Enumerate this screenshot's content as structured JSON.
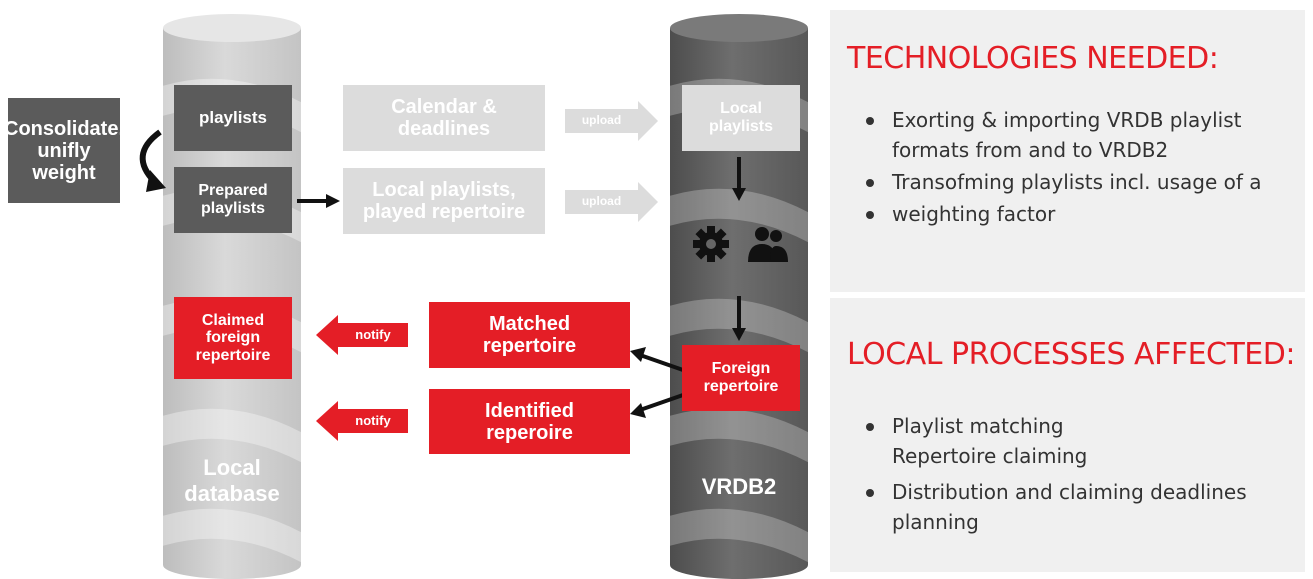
{
  "diagram": {
    "consolidate_box": "Consolidate,\nunifly\nweight",
    "local_db": {
      "playlists": "playlists",
      "prepared_playlists": "Prepared\nplaylists",
      "claimed_foreign": "Claimed\nforeign\nrepertoire",
      "cylinder_label": "Local\ndatabase"
    },
    "middle": {
      "calendar": "Calendar &\ndeadlines",
      "local_played": "Local playlists,\nplayed repertoire",
      "matched": "Matched\nrepertoire",
      "identified": "Identified\nreperoire"
    },
    "arrow_labels": {
      "upload_1": "upload",
      "upload_2": "upload",
      "notify_1": "notify",
      "notify_2": "notify"
    },
    "vrdb2": {
      "local_playlists": "Local\nplaylists",
      "foreign_repertoire": "Foreign\nrepertoire",
      "cylinder_label": "VRDB2",
      "icons": [
        "gear-icon",
        "users-icon"
      ]
    }
  },
  "technologies": {
    "title": "TECHNOLOGIES NEEDED:",
    "items": [
      {
        "line": "Exorting & importing VRDB playlist",
        "cont": "formats from and to VRDB2"
      },
      {
        "line": "Transofming playlists incl. usage of a",
        "cont": ""
      },
      {
        "line": "weighting factor",
        "cont": ""
      }
    ]
  },
  "processes": {
    "title": "LOCAL PROCESSES AFFECTED:",
    "items": [
      {
        "line": "Playlist matching",
        "cont": "Repertoire claiming"
      },
      {
        "line": "Distribution and claiming deadlines",
        "cont": "planning"
      }
    ]
  },
  "colors": {
    "accent_red": "#e41e26",
    "dark_grey": "#5b5b5b",
    "ghost_grey": "#dcdcdc",
    "panel_bg": "#f0f0f0"
  }
}
